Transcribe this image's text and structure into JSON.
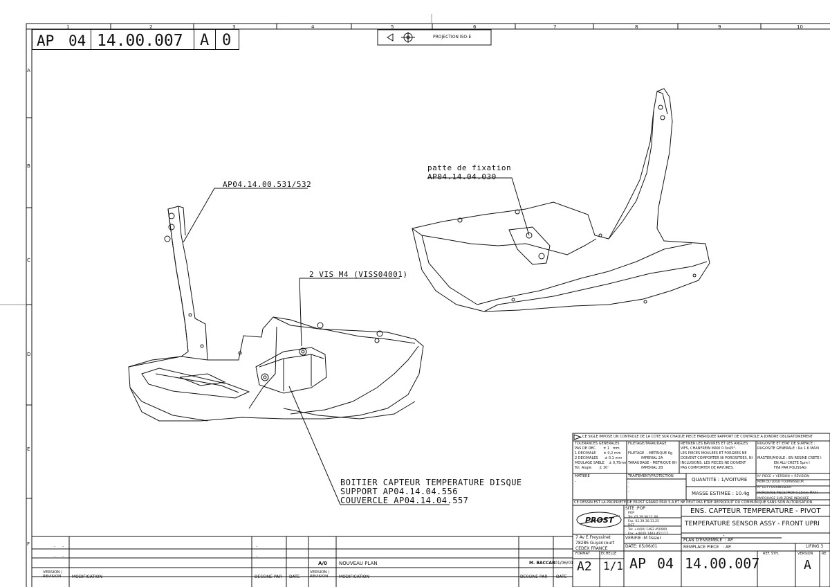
{
  "header": {
    "drawing_prefix": "AP",
    "drawing_group": "04",
    "drawing_number": "14.00.007",
    "revision_letter": "A",
    "revision_index": "0",
    "projection_label": "PROJECTION ISO-E"
  },
  "grid": {
    "columns": [
      "1",
      "2",
      "3",
      "4",
      "5",
      "6",
      "7",
      "8",
      "9",
      "10"
    ],
    "rows": [
      "A",
      "B",
      "C",
      "D",
      "E",
      "F"
    ]
  },
  "labels": {
    "part_531": "AP04.14.00.531/532",
    "fixing_tab_name": "patte de fixation",
    "fixing_tab_ref": "AP04.14.04.030",
    "screws": "2 VIS M4 (VISS04001)",
    "sensor_box": "BOITIER CAPTEUR TEMPERATURE DISQUE",
    "support": "SUPPORT AP04.14.04.556",
    "cover": "COUVERCLE AP04.14.04.557"
  },
  "title_block": {
    "notice": "CE SIGLE IMPOSE UN CONTROLE DE LA COTE SUR CHAQUE PIECE FABRIQUEE RAPPORT DE CONTROLE A JOINDRE OBLIGATOIREMENT",
    "tolerances": "TOLERANCES GENERALES\nPAS DE DEC.      ± 1   mm\n1 DECIMALE       ± 0,2 mm\n2 DECIMALES      ± 0,1 mm\nMOULAGE SABLE    ± 0,75mm\nTol. Angle       ± 30'",
    "threading": "FILETAGE/TARAUDAGE\n\nFILETAGE  - METRIQUE 6g\n            IMPERIAL 2A\nTARAUDAGE - METRIQUE 6H\n            IMPERIAL 2B",
    "deburr": "RETIRER LES BAVURES ET LES ANGLES\nVIFS, CHANFREIN MAXI 0.3x45°.\nLES PIECES MOULEES ET FORGEES NE\nDOIVENT COMPORTER NI POROSITEES, NI\nINCLUSIONS. LES PIECES NE DOIVENT\nPAS COMPORTER DE RAYURES.",
    "roughness": "RUGOSITE ET ETAT DE SURFACE :\nRUGOSITE GENERALE : Ra 1.6 MAXI\n\nMASTER/MOULE : EN RESINE CRETE I\n               EN ALU CRETE 5µm I\n               FINI PAR POLISSAG",
    "material_label": "MATIERE",
    "material_value": "-",
    "treatment_label": "TRAITEMENT/PROTECTION",
    "treatment_value": "-\n-\n-",
    "quantity": "QUANTITE :  1/VOITURE",
    "mass": "MASSE ESTIMEE : 10.4g",
    "marking": "N° PIECE + VERSION + REVISION\nNOM OU LOGO FOURNISSEUR\nN° LOT FOURNISSEUR\nMARQUAGE PIECE PROF 0.15mm MAXI\nMARQUAGE SUR ZONE INDIQUEE",
    "property": "CE DESSIN EST LA PROPRIETE DE PROST GRAND PRIX S.A.ET NE PEUT PAS ETRE REPRODUIT OU COMMUNIQUE SANS SON AUTORISATION.",
    "site": "SITE :POP",
    "contacts": "POP\nTel: 01.39.30.11.00\nFax: 01.39.30.11.25\nDST\nTel: +44(0) 1483 450900\nFax: +44(0) 1483 451117",
    "logo_text": "PROST",
    "address": "7 Av E.Freyssinet\n78286 Guyancourt\nCEDEX FRANCE",
    "checked": "VERIFIE :M tissier",
    "date": "DATE: 05/06/01",
    "title_fr": "ENS. CAPTEUR TEMPERATURE - PIVOT",
    "title_en": "TEMPERATURE SENSOR ASSY - FRONT UPRI",
    "dash": "-",
    "assembly_plan": "PLAN D'ENSEMBLE  : AP.",
    "replaces": "REMPLACE PIECE   : AP.",
    "lifing": "LIFING 3",
    "format_label": "FORMAT",
    "format_value": "A2",
    "scale_label": "ECHELLE",
    "scale_value": "1/1",
    "ref_syh": "REF. SYH.",
    "version_label": "VERSION",
    "version_value": "A",
    "rev_abbrev": "RE"
  },
  "revision_table": {
    "rows": [
      {
        "dots": ".",
        "dots2": ".",
        "dots3": "."
      },
      {
        "dots": ".",
        "dots2": ".",
        "dots3": "."
      }
    ],
    "entry_version": "A/0",
    "entry_modification": "NOUVEAU PLAN",
    "drawn_by": "M. BACCAR",
    "drawn_date": "01/06/01",
    "col_version": "VERSION /\nREVISION",
    "col_modification": "MODIFICATION",
    "col_drawn_by": "DESSINE PAR",
    "col_date": "DATE"
  }
}
